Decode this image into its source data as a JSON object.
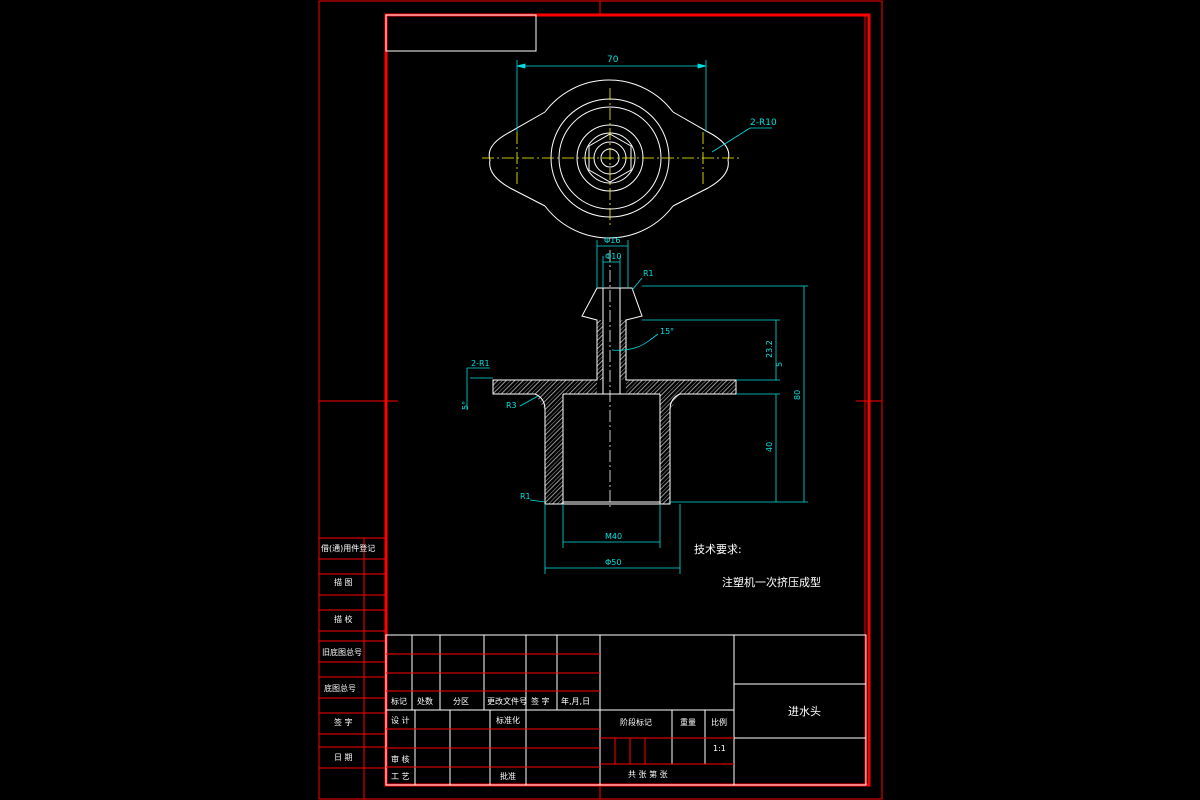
{
  "colors": {
    "background": "#000000",
    "frame": "#ff0000",
    "outline": "#ffffff",
    "dimension": "#00e0e0",
    "centerline": "#ffff00"
  },
  "dimensions": {
    "top_width": "70",
    "top_radius": "2-R10",
    "phi16": "Φ16",
    "phi10": "Φ10",
    "r1_top": "R1",
    "angle15": "15°",
    "d232": "23.2",
    "d5": "5",
    "d80": "80",
    "d40": "40",
    "r1_left": "2-R1",
    "angle5": "5°",
    "r3": "R3",
    "r1_bottom": "R1",
    "m40": "M40",
    "phi50": "Φ50"
  },
  "notes": {
    "heading": "技术要求:",
    "line1": "注塑机一次挤压成型"
  },
  "side_table": [
    "借(通)用件登记",
    "描    图",
    "描    校",
    "旧底图总号",
    "底图总号",
    "签    字",
    "日    期"
  ],
  "title_block": {
    "part_name": "进水头",
    "headers": [
      "标记",
      "处数",
      "分区",
      "更改文件号",
      "签 字",
      "年,月,日"
    ],
    "design": "设 计",
    "standardize": "标准化",
    "review": "审 核",
    "process": "工 艺",
    "approve": "批准",
    "stage_mark": "阶段标记",
    "weight": "重量",
    "scale_label": "比例",
    "scale_value": "1:1",
    "sheets": "共    张    第    张"
  }
}
